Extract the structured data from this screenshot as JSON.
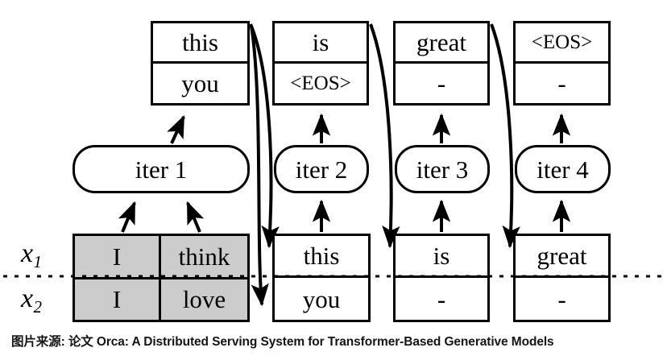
{
  "figure": {
    "title": "Iteration-level batching (Orca) illustration",
    "colors": {
      "stroke": "#000000",
      "box_fill": "#ffffff",
      "input_fill": "#cccccc",
      "caption": "#151515"
    },
    "row_labels": [
      {
        "name": "x1",
        "base": "x",
        "sub": "1"
      },
      {
        "name": "x2",
        "base": "x",
        "sub": "2"
      }
    ],
    "output_boxes": [
      {
        "id": "out1",
        "top": "this",
        "bottom": "you",
        "bottom_small": false
      },
      {
        "id": "out2",
        "top": "is",
        "bottom": "<EOS>",
        "bottom_small": true
      },
      {
        "id": "out3",
        "top": "great",
        "bottom": "-",
        "bottom_small": false
      },
      {
        "id": "out4",
        "top": "<EOS>",
        "bottom": "-",
        "bottom_small": false,
        "top_small": true
      }
    ],
    "iterations": [
      {
        "id": "iter1",
        "label": "iter 1"
      },
      {
        "id": "iter2",
        "label": "iter 2"
      },
      {
        "id": "iter3",
        "label": "iter 3"
      },
      {
        "id": "iter4",
        "label": "iter 4"
      }
    ],
    "input_table": {
      "row_x1": [
        "I",
        "think"
      ],
      "row_x2": [
        "I",
        "love"
      ]
    },
    "input_boxes": [
      {
        "id": "in2",
        "top": "this",
        "bottom": "you"
      },
      {
        "id": "in3",
        "top": "is",
        "bottom": "-"
      },
      {
        "id": "in4",
        "top": "great",
        "bottom": "-"
      }
    ]
  },
  "caption": {
    "text": "图片来源: 论文 Orca: A Distributed Serving System for Transformer-Based Generative Models"
  }
}
